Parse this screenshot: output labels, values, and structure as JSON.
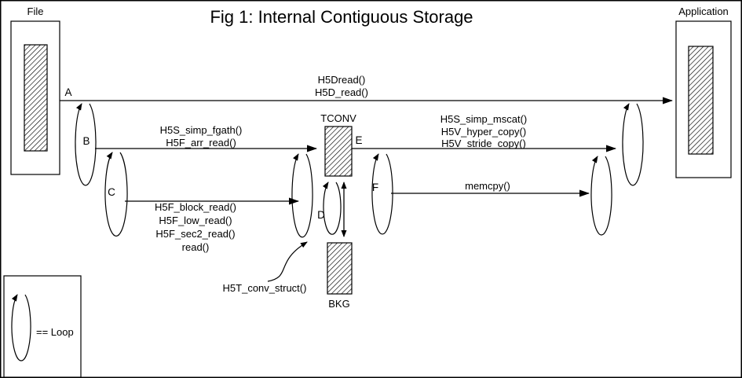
{
  "title": "Fig 1:  Internal Contiguous Storage",
  "nodes": {
    "file": "File",
    "application": "Application",
    "tconv": "TCONV",
    "bkg": "BKG"
  },
  "points": {
    "a": "A",
    "b": "B",
    "c": "C",
    "d": "D",
    "e": "E",
    "f": "F"
  },
  "labels": {
    "a": [
      "H5Dread()",
      "H5D_read()"
    ],
    "b": [
      "H5S_simp_fgath()",
      "H5F_arr_read()"
    ],
    "c": [
      "H5F_block_read()",
      "H5F_low_read()",
      "H5F_sec2_read()",
      "read()"
    ],
    "e": [
      "H5S_simp_mscat()",
      "H5V_hyper_copy()",
      "H5V_stride_copy()"
    ],
    "f": "memcpy()",
    "d": "H5T_conv_struct()"
  },
  "legend": {
    "loop": "== Loop"
  },
  "colors": {
    "ink": "#000000",
    "paper": "#ffffff"
  }
}
